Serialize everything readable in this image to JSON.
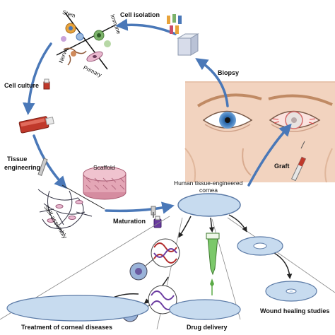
{
  "labels": {
    "cell_isolation": "Cell isolation",
    "biopsy": "Biopsy",
    "cell_culture": "Cell culture",
    "tissue_engineering_1": "Tissue",
    "tissue_engineering_2": "engineering",
    "scaffold": "Scaffold",
    "self_assembly": "Self-assembly",
    "maturation": "Maturation",
    "graft": "Graft",
    "cornea_1": "Human tissue-engineered",
    "cornea_2": "cornea",
    "drug_delivery": "Drug delivery",
    "wound_healing": "Wound healing studies",
    "treatment": "Treatment of corneal diseases"
  },
  "cell_types": {
    "stem": "Stem",
    "immune": "Immune",
    "primary": "Primary",
    "nerve": "Nerve"
  },
  "colors": {
    "arrow": "#4a78b8",
    "cornea_fill": "#c7dbef",
    "cornea_stroke": "#5b7aa6",
    "skin": "#f2d3bf",
    "flask": "#c0392b",
    "scaffold": "#e4a6b6"
  }
}
